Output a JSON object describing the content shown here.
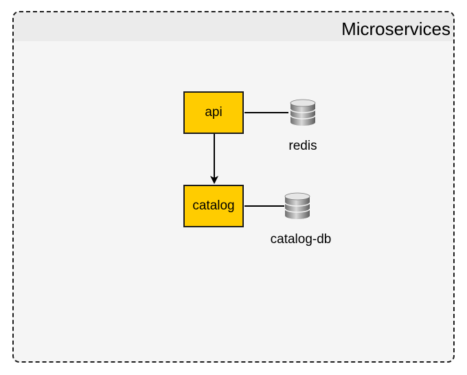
{
  "group": {
    "title": "Microservices"
  },
  "services": {
    "api": "api",
    "catalog": "catalog"
  },
  "datastores": {
    "redis": "redis",
    "catalog_db": "catalog-db"
  },
  "icons": {
    "datastore": "database-icon"
  },
  "colors": {
    "service_fill": "#ffcc00",
    "group_fill": "#f5f5f5",
    "group_header": "#ebebeb",
    "stroke": "#1a1a1a"
  }
}
